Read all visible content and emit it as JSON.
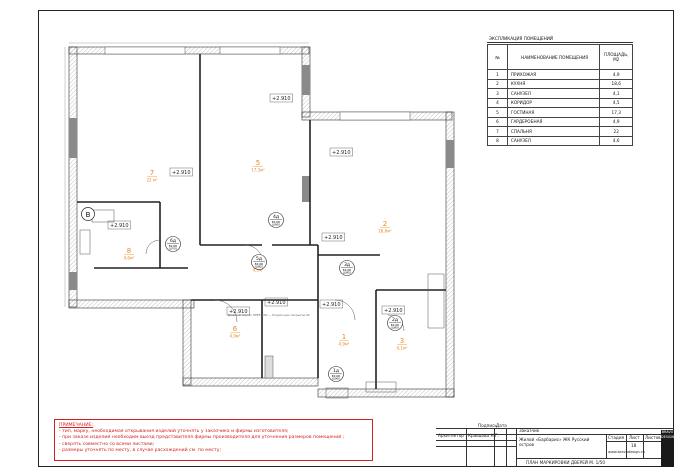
{
  "explication": {
    "title": "ЭКСПЛИКАЦИЯ ПОМЕЩЕНИЙ",
    "headers": {
      "no": "№",
      "name": "НАИМЕНОВАНИЕ ПОМЕЩЕНИЯ",
      "area": "ПЛОЩАДЬ, М2"
    },
    "rows": [
      {
        "no": "1",
        "name": "ПРИХОЖАЯ",
        "area": "4,9"
      },
      {
        "no": "2",
        "name": "КУХНЯ",
        "area": "18,6"
      },
      {
        "no": "3",
        "name": "САНУЗЕЛ",
        "area": "4,1"
      },
      {
        "no": "4",
        "name": "КОРИДОР",
        "area": "4,5"
      },
      {
        "no": "5",
        "name": "ГОСТИНАЯ",
        "area": "17,3"
      },
      {
        "no": "6",
        "name": "ГАРДЕРОБНАЯ",
        "area": "4,9"
      },
      {
        "no": "7",
        "name": "СПАЛЬНЯ",
        "area": "22"
      },
      {
        "no": "8",
        "name": "САНУЗЕЛ",
        "area": "4,6"
      }
    ]
  },
  "plan": {
    "level_marks": [
      "+2.910",
      "+2.910",
      "+2.910",
      "+2.910",
      "+2.910",
      "+2.910",
      "+2.910",
      "+2.910",
      "+2.910"
    ],
    "rooms": [
      {
        "num": "7",
        "area": "22 м²"
      },
      {
        "num": "5",
        "area": "17,3м²"
      },
      {
        "num": "2",
        "area": "18,6м²"
      },
      {
        "num": "8",
        "area": "4,6м²"
      },
      {
        "num": "4",
        "area": "4,5м²"
      },
      {
        "num": "6",
        "area": "4,9м²"
      },
      {
        "num": "1",
        "area": "4,9м²"
      },
      {
        "num": "3",
        "area": "4,1м²"
      }
    ],
    "doors": [
      {
        "id": "4д",
        "size": "В2100",
        "w": "Ш900"
      },
      {
        "id": "6д",
        "size": "В2100",
        "w": "Ш700"
      },
      {
        "id": "5д",
        "size": "В2100",
        "w": "Ш800"
      },
      {
        "id": "3д",
        "size": "В2100",
        "w": "Ш800"
      },
      {
        "id": "2д",
        "size": "В2100",
        "w": "Ш800"
      },
      {
        "id": "1д",
        "size": "В2100",
        "w": "Ш900"
      }
    ],
    "marker_letter": "B",
    "portal_note": "Дверной портал ПРЕЗ1Е00 — Отделочное покрытие 90"
  },
  "notes": {
    "title": "ПРИМЕЧАНИЕ:",
    "lines": [
      "- тип, марку, необходимая открывания изделий уточнять у заказчика и фирмы изготовителя;",
      "- при заказе изделий необходим выезд представителя фирмы производителя для уточнения размеров помещений ;",
      "- сверять совместно со всеми листами;",
      "- размеры уточнять по месту, в случае расхождений см. по месту;"
    ]
  },
  "title_block": {
    "architect": "Архитектор",
    "architect_name": "Кравцова Н.Г.",
    "col_sign": "Подпись",
    "col_date": "Дата",
    "customer": "Заказчик",
    "project": "Жилой «Барбарис» ЖК Русский остров",
    "stage_h": "Стадия",
    "sheet_h": "Лист",
    "sheets_h": "Листов",
    "sheet_no": "18",
    "drawing": "ПЛАН МАРКИРОВКИ ДВЕРЕЙ М. 1/50",
    "site": "www.bravodesign.ru",
    "brand": "BRAVO DESIGN"
  }
}
